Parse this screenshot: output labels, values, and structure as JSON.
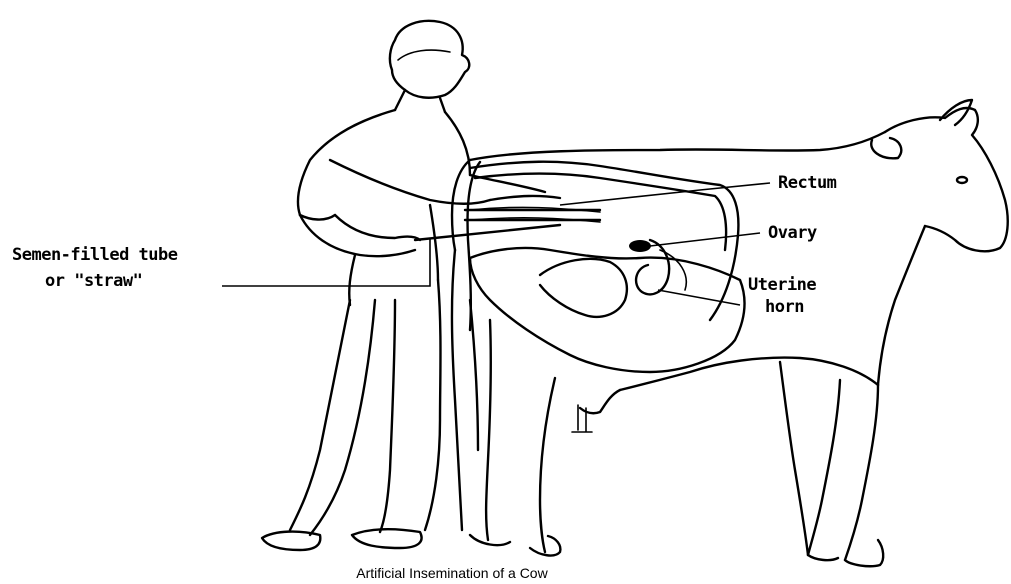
{
  "labels": {
    "rectum": "Rectum",
    "ovary": "Ovary",
    "uterine_horn_line1": "Uterine",
    "uterine_horn_line2": "horn",
    "straw_line1": "Semen-filled tube",
    "straw_line2": "or \"straw\""
  },
  "caption": "Artificial Insemination of a Cow"
}
